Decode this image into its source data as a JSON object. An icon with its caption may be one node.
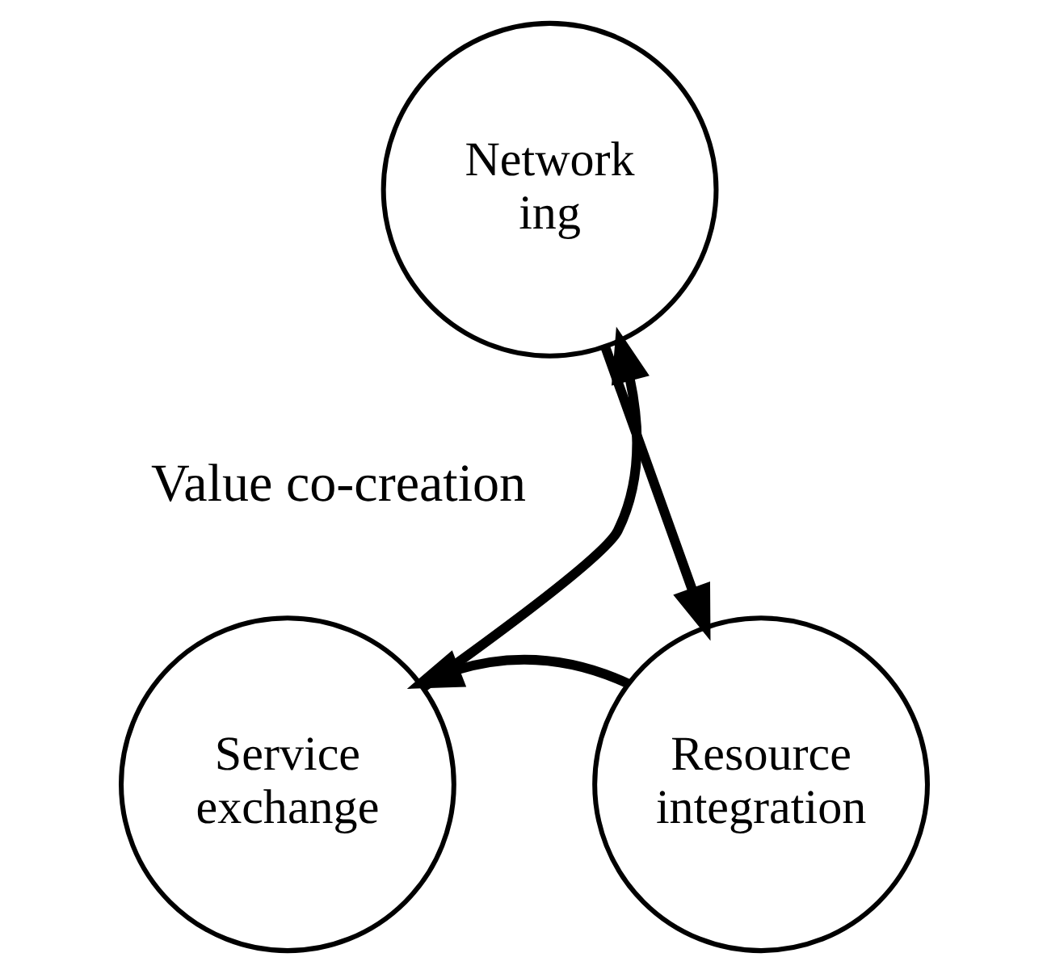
{
  "diagram": {
    "nodes": [
      {
        "text": [
          "Network ing"
        ]
      },
      {
        "text": [
          "Resource integration"
        ]
      },
      {
        "text": [
          "Service exchange"
        ]
      }
    ],
    "edges": [
      {
        "from": 0,
        "to": 1,
        "arrow": "to"
      },
      {
        "from": 1,
        "to": 2,
        "arrow": "to"
      },
      {
        "from": 2,
        "to": 0,
        "arrow": "to"
      }
    ],
    "labels": [
      "Value co-creation"
    ]
  }
}
